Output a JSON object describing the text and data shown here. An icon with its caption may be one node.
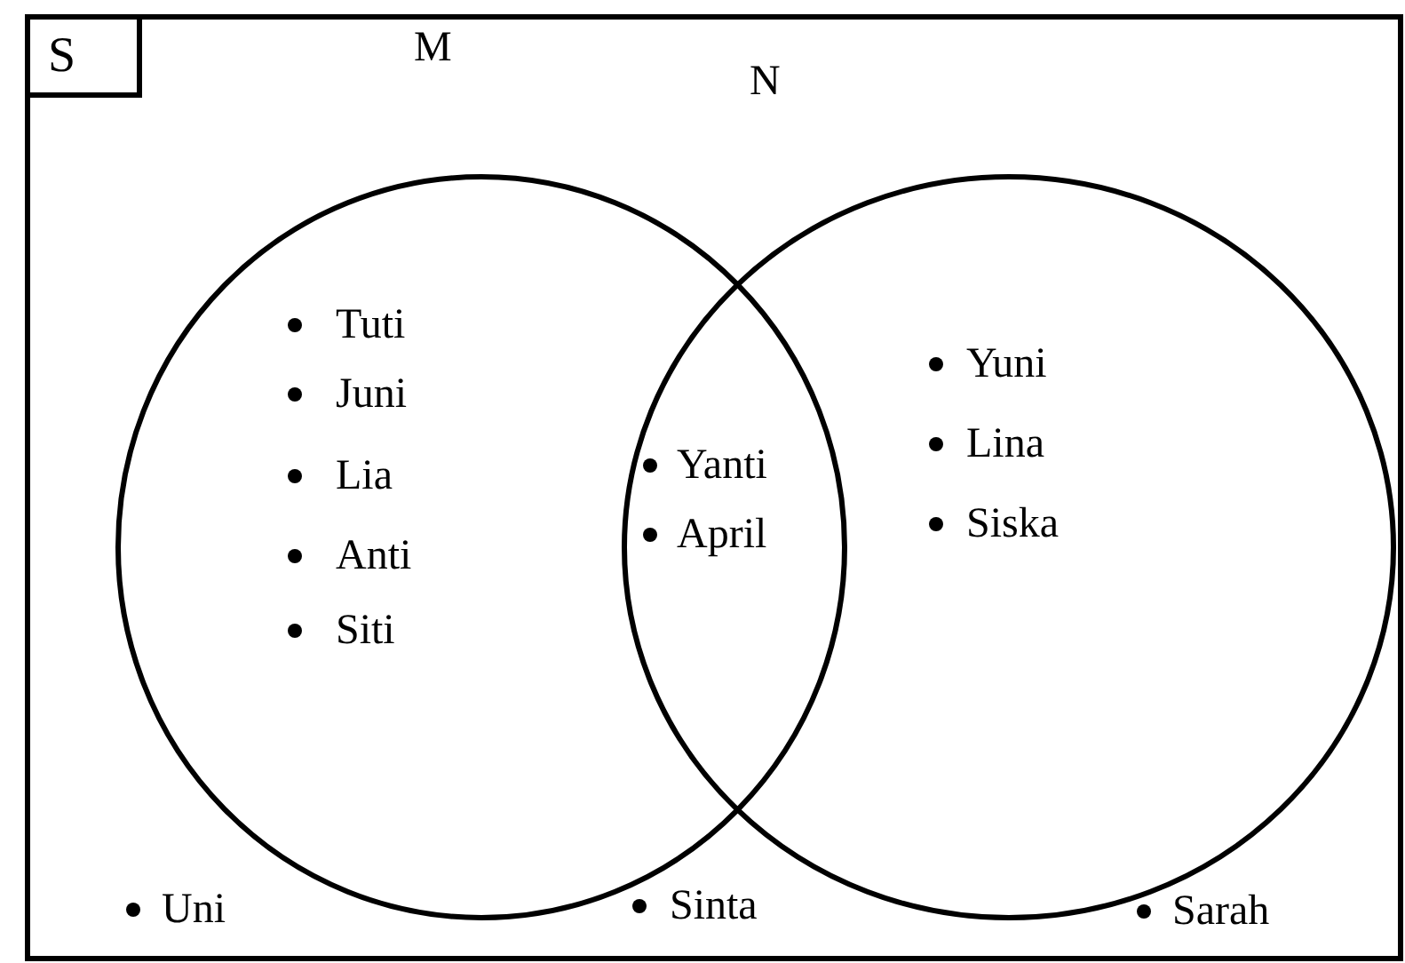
{
  "diagram": {
    "nodes": [
      {
        "text": [
          "S"
        ]
      },
      {
        "text": [
          "M"
        ],
        "in": 0
      },
      {
        "text": [
          "N"
        ],
        "in": 0
      }
    ],
    "labels": [
      "Tuti",
      "Juni",
      "Yuni",
      "Lia",
      "Yanti",
      "Lina",
      "Siska",
      "Anti",
      "April",
      "Siti",
      "Uni",
      "Sinta",
      "Sarah"
    ]
  }
}
